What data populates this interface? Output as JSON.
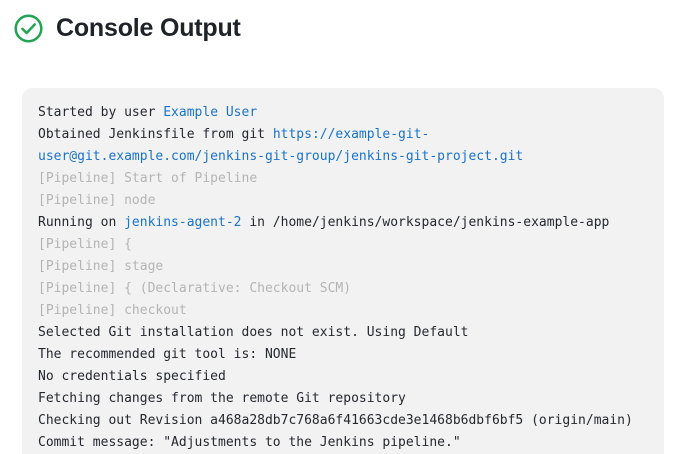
{
  "header": {
    "title": "Console Output",
    "status_icon": "check-circle-icon",
    "status_color": "#23a455"
  },
  "console": {
    "link_color": "#1a73c8",
    "muted_color": "#b4b4b4",
    "background": "#f2f2f2",
    "lines": [
      {
        "type": "normal",
        "parts": [
          {
            "text": "Started by user ",
            "style": "plain"
          },
          {
            "text": "Example User",
            "style": "link"
          }
        ]
      },
      {
        "type": "normal",
        "parts": [
          {
            "text": "Obtained Jenkinsfile from git ",
            "style": "plain"
          },
          {
            "text": "https://example-git-user@git.example.com/jenkins-git-group/jenkins-git-project.git",
            "style": "link"
          }
        ]
      },
      {
        "type": "muted",
        "parts": [
          {
            "text": "[Pipeline] Start of Pipeline",
            "style": "plain"
          }
        ]
      },
      {
        "type": "muted",
        "parts": [
          {
            "text": "[Pipeline] node",
            "style": "plain"
          }
        ]
      },
      {
        "type": "normal",
        "parts": [
          {
            "text": "Running on ",
            "style": "plain"
          },
          {
            "text": "jenkins-agent-2",
            "style": "link"
          },
          {
            "text": " in /home/jenkins/workspace/jenkins-example-app",
            "style": "plain"
          }
        ]
      },
      {
        "type": "muted",
        "parts": [
          {
            "text": "[Pipeline] {",
            "style": "plain"
          }
        ]
      },
      {
        "type": "muted",
        "parts": [
          {
            "text": "[Pipeline] stage",
            "style": "plain"
          }
        ]
      },
      {
        "type": "muted",
        "parts": [
          {
            "text": "[Pipeline] { (Declarative: Checkout SCM)",
            "style": "plain"
          }
        ]
      },
      {
        "type": "muted",
        "parts": [
          {
            "text": "[Pipeline] checkout",
            "style": "plain"
          }
        ]
      },
      {
        "type": "normal",
        "parts": [
          {
            "text": "Selected Git installation does not exist. Using Default",
            "style": "plain"
          }
        ]
      },
      {
        "type": "normal",
        "parts": [
          {
            "text": "The recommended git tool is: NONE",
            "style": "plain"
          }
        ]
      },
      {
        "type": "normal",
        "parts": [
          {
            "text": "No credentials specified",
            "style": "plain"
          }
        ]
      },
      {
        "type": "normal",
        "parts": [
          {
            "text": "Fetching changes from the remote Git repository",
            "style": "plain"
          }
        ]
      },
      {
        "type": "normal",
        "parts": [
          {
            "text": "Checking out Revision a468a28db7c768a6f41663cde3e1468b6dbf6bf5 (origin/main)",
            "style": "plain"
          }
        ]
      },
      {
        "type": "normal",
        "parts": [
          {
            "text": "Commit message: \"Adjustments to the Jenkins pipeline.\"",
            "style": "plain"
          }
        ]
      }
    ]
  }
}
